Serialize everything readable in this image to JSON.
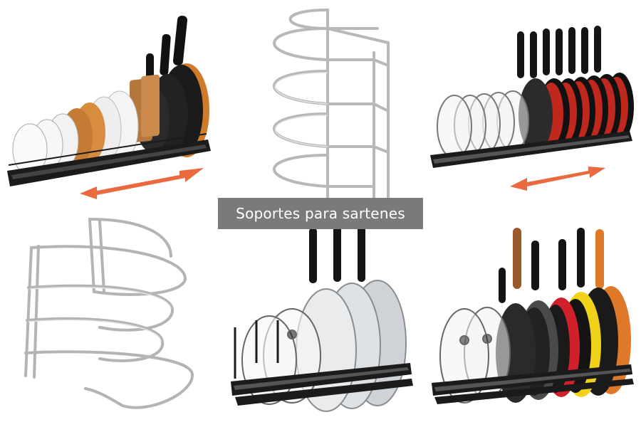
{
  "caption": {
    "text": "Soportes para sartenes"
  },
  "colors": {
    "rack_black": "#1b1b1b",
    "chrome": "#c9c9c9",
    "arrow_orange": "#e8592a",
    "caption_bg": "#7a7a7a"
  },
  "tiles": [
    {
      "name": "expandable-black-rack-with-plates-and-boards",
      "shows_arrow": true
    },
    {
      "name": "vertical-chrome-pan-rack-five-tier"
    },
    {
      "name": "expandable-black-rack-with-lids-and-pans",
      "shows_arrow": true
    },
    {
      "name": "chrome-pan-rack-four-tier-side-view"
    },
    {
      "name": "black-rack-with-steel-pans-and-lids"
    },
    {
      "name": "black-rack-with-colored-pans-and-lids"
    }
  ]
}
